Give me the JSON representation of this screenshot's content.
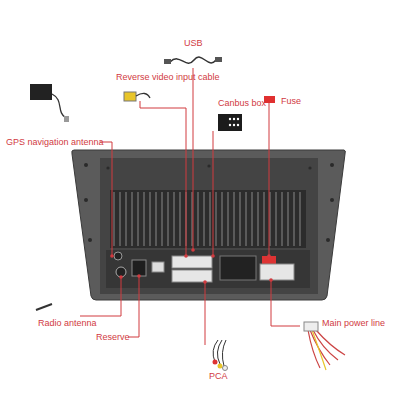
{
  "diagram": {
    "labels": [
      "USB",
      "Reverse video input cable",
      "Canbus box",
      "Fuse",
      "GPS navigation antenna",
      "Radio antenna",
      "Reserve",
      "PCA",
      "Main power line"
    ]
  }
}
